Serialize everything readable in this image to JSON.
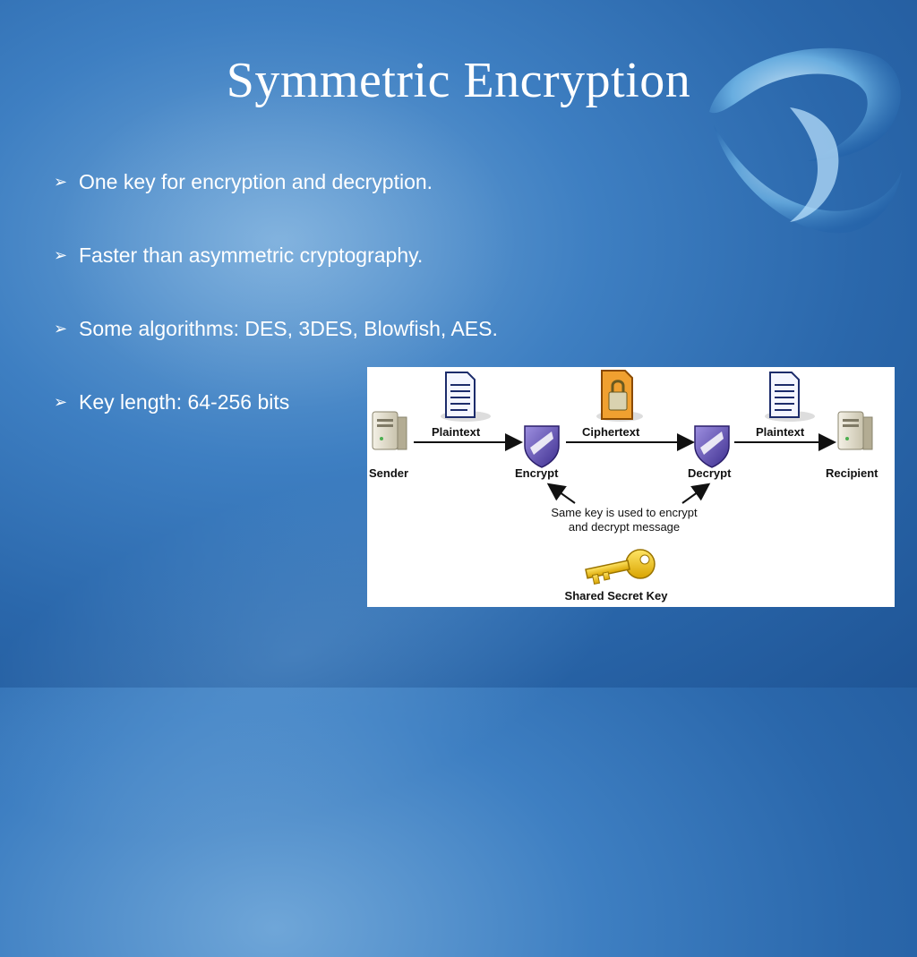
{
  "slide": {
    "title": "Symmetric Encryption",
    "bullets": [
      "One key for encryption and decryption.",
      "Faster than asymmetric cryptography.",
      "Some algorithms: DES, 3DES, Blowfish, AES.",
      "Key length: 64-256 bits"
    ],
    "bullet_icon": "arrow-bullet-icon",
    "colors": {
      "background": "#2a67ab",
      "text": "#ffffff",
      "diagram_bg": "#ffffff",
      "arrow": "#111111",
      "key": "#f2c200",
      "shield": "#6b58b8"
    }
  },
  "diagram": {
    "nodes": {
      "sender": "Sender",
      "encrypt": "Encrypt",
      "decrypt": "Decrypt",
      "recipient": "Recipient"
    },
    "edges": {
      "plaintext_1": "Plaintext",
      "ciphertext": "Ciphertext",
      "plaintext_2": "Plaintext"
    },
    "note_line_1": "Same key is used to encrypt",
    "note_line_2": "and decrypt message",
    "key_label": "Shared Secret Key",
    "icons": [
      "server-icon",
      "document-icon",
      "shield-icon",
      "padlock-document-icon",
      "key-icon"
    ]
  }
}
